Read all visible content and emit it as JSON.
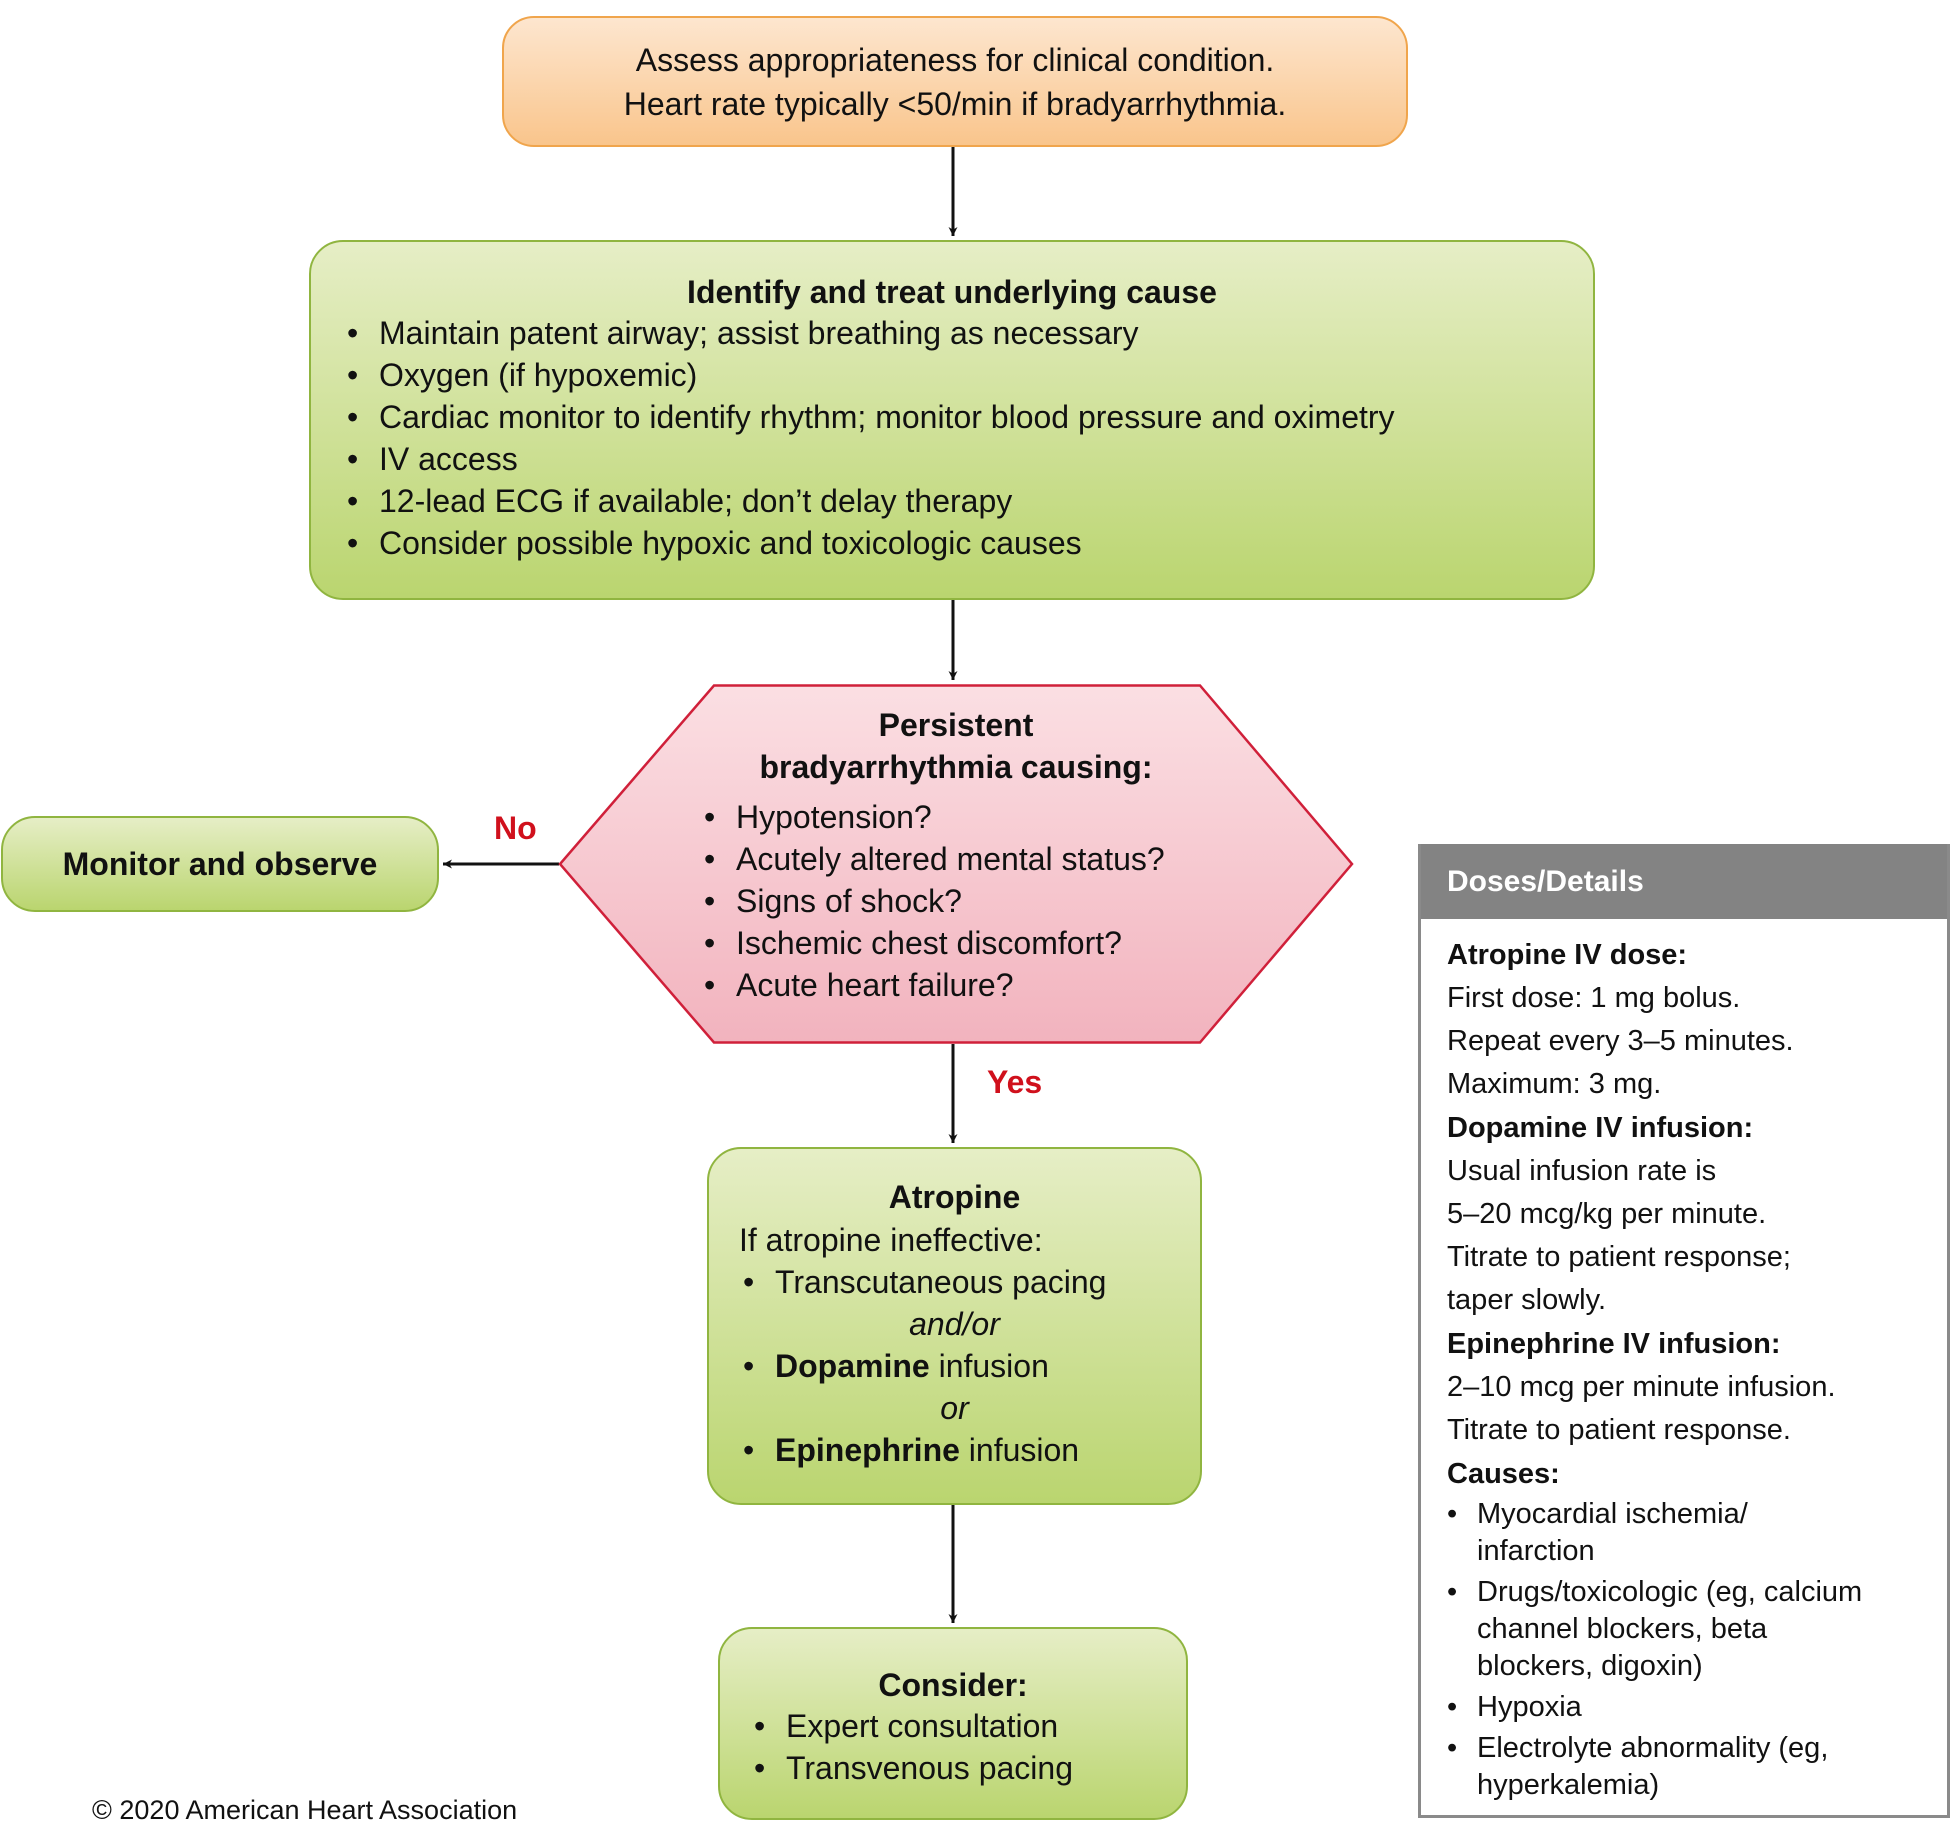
{
  "start": {
    "lines": [
      "Assess appropriateness for clinical condition.",
      "Heart rate typically <50/min if bradyarrhythmia."
    ]
  },
  "cause": {
    "title": "Identify and treat underlying cause",
    "items": [
      "Maintain patent airway; assist breathing as necessary",
      "Oxygen (if hypoxemic)",
      "Cardiac monitor to identify rhythm; monitor blood pressure and oximetry",
      "IV access",
      "12-lead ECG if available; don’t delay therapy",
      "Consider possible hypoxic and toxicologic causes"
    ]
  },
  "decision": {
    "title_line1": "Persistent",
    "title_line2": "bradyarrhythmia causing:",
    "items": [
      "Hypotension?",
      "Acutely altered mental status?",
      "Signs of shock?",
      "Ischemic chest discomfort?",
      "Acute heart failure?"
    ],
    "no_label": "No",
    "yes_label": "Yes"
  },
  "monitor": {
    "label": "Monitor and observe"
  },
  "atropine": {
    "title": "Atropine",
    "intro": "If atropine ineffective:",
    "item1": "Transcutaneous pacing",
    "conj1": "and/or",
    "item2_bold": "Dopamine",
    "item2_rest": " infusion",
    "conj2": "or",
    "item3_bold": "Epinephrine",
    "item3_rest": " infusion"
  },
  "consider": {
    "title": "Consider:",
    "items": [
      "Expert consultation",
      "Transvenous pacing"
    ]
  },
  "doses": {
    "header": "Doses/Details",
    "atropine_heading": "Atropine IV dose:",
    "atropine_lines": [
      "First dose: 1 mg bolus.",
      "Repeat every 3–5 minutes.",
      "Maximum: 3 mg."
    ],
    "dopamine_heading": "Dopamine IV infusion:",
    "dopamine_lines": [
      "Usual infusion rate is",
      "5–20 mcg/kg per minute.",
      "Titrate to patient response;",
      "taper slowly."
    ],
    "epinephrine_heading": "Epinephrine IV infusion:",
    "epinephrine_lines": [
      "2–10 mcg per minute infusion.",
      "Titrate to patient response."
    ],
    "causes_heading": "Causes:",
    "causes": [
      "Myocardial ischemia/ infarction",
      "Drugs/toxicologic (eg, calcium channel blockers, beta blockers, digoxin)",
      "Hypoxia",
      "Electrolyte abnormality (eg, hyperkalemia)"
    ]
  },
  "copyright": "© 2020 American Heart Association",
  "colors": {
    "start_fill": "#f9c58c",
    "start_border": "#f0a54c",
    "action_fill": "#bad56f",
    "action_border": "#90b540",
    "decision_fill": "#f3b8c2",
    "decision_border": "#d0203a",
    "label_red": "#d0101c",
    "doses_header": "#838383"
  }
}
